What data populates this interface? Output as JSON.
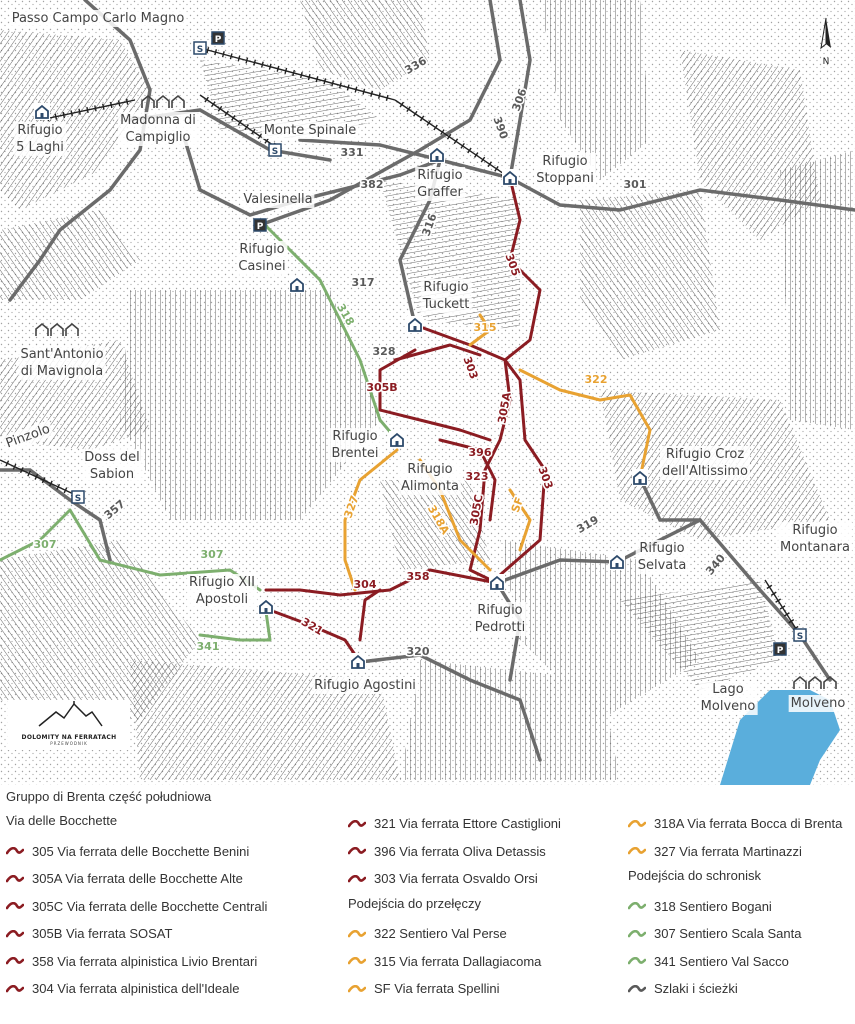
{
  "colors": {
    "bocchette": "#8b1c22",
    "passes": "#e8a232",
    "huts": "#7daf6e",
    "paths": "#5a5a5a",
    "water": "#5aaedc"
  },
  "map": {
    "places": {
      "passo": "Passo Campo Carlo Magno",
      "laghi": "Rifugio\n5 Laghi",
      "campiglio": "Madonna di\nCampiglio",
      "spinale": "Monte Spinale",
      "graffer": "Rifugio\nGraffer",
      "stoppani": "Rifugio\nStoppani",
      "valesinella": "Valesinella",
      "casinei": "Rifugio\nCasinei",
      "tuckett": "Rifugio\nTuckett",
      "mavignola": "Sant'Antonio\ndi Mavignola",
      "brentei": "Rifugio\nBrentei",
      "alimonta": "Rifugio\nAlimonta",
      "croz": "Rifugio Croz\ndell'Altissimo",
      "pinzolo": "Pinzolo",
      "sabion": "Doss del\nSabion",
      "apostoli": "Rifugio XII\nApostoli",
      "selvata": "Rifugio\nSelvata",
      "montanara": "Rifugio\nMontanara",
      "pedrotti": "Rifugio\nPedrotti",
      "agostini": "Rifugio Agostini",
      "lago": "Lago\nMolveno",
      "molveno": "Molveno"
    },
    "route_numbers": [
      "336",
      "306",
      "390",
      "331",
      "382",
      "301",
      "316",
      "305",
      "317",
      "318",
      "315",
      "328",
      "303",
      "305B",
      "322",
      "305A",
      "396",
      "323",
      "305C",
      "303",
      "SF",
      "327",
      "318A",
      "319",
      "357",
      "307",
      "307",
      "304",
      "358",
      "321",
      "341",
      "320",
      "340"
    ],
    "compass": "N",
    "parking": "P",
    "lift": "S",
    "logo": {
      "name": "DOLOMITY NA FERRATACH",
      "sub": "PRZEWODNIK"
    }
  },
  "legend": {
    "title": "Gruppo di Brenta część południowa",
    "groups": [
      {
        "title": "Via delle Bocchette",
        "color": "bocchette",
        "items": [
          "305 Via ferrata delle Bocchette Benini",
          "305A Via ferrata delle Bocchette Alte",
          "305C Via ferrata delle Bocchette Centrali",
          "305B Via ferrata SOSAT",
          "358 Via ferrata alpinistica Livio Brentari",
          "304 Via ferrata alpinistica dell'Ideale",
          "321 Via ferrata Ettore Castiglioni",
          "396 Via ferrata Oliva Detassis",
          "303 Via ferrata Osvaldo Orsi"
        ]
      },
      {
        "title": "Podejścia do przełęczy",
        "color": "passes",
        "items": [
          "322 Sentiero Val Perse",
          "315 Via ferrata Dallagiacoma",
          "SF Via ferrata Spellini",
          "318A Via ferrata Bocca di Brenta",
          "327 Via ferrata Martinazzi"
        ]
      },
      {
        "title": "Podejścia do schronisk",
        "color": "huts",
        "items": [
          "318 Sentiero Bogani",
          "307 Sentiero Scala Santa",
          "341 Sentiero Val Sacco"
        ]
      },
      {
        "title": "",
        "color": "paths",
        "items": [
          "Szlaki i ścieżki"
        ]
      }
    ]
  }
}
